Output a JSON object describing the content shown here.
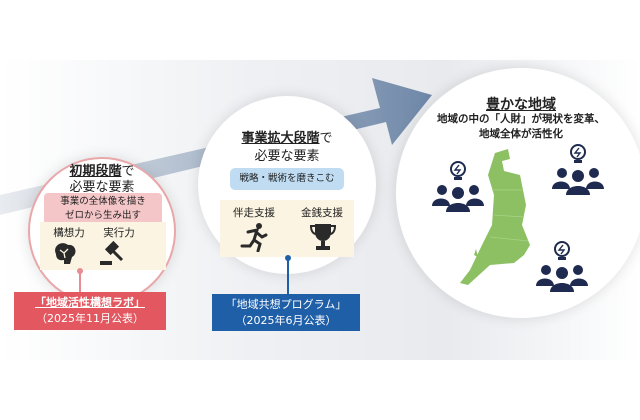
{
  "stage1": {
    "title_underlined": "初期段階",
    "title_suffix": "で",
    "subtitle": "必要な要素",
    "box_line1": "事業の全体像を描き",
    "box_line2": "ゼロから生み出す",
    "items": [
      {
        "label": "構想力",
        "icon": "brain-icon"
      },
      {
        "label": "実行力",
        "icon": "gavel-icon"
      }
    ],
    "tag_name": "「地域活性構想ラボ」",
    "tag_date": "（2025年11月公表）",
    "color": "#e35860"
  },
  "stage2": {
    "title_underlined": "事業拡大段階",
    "title_suffix": "で",
    "subtitle": "必要な要素",
    "box": "戦略・戦術を磨きこむ",
    "items": [
      {
        "label": "伴走支援",
        "icon": "runner-icon"
      },
      {
        "label": "金銭支援",
        "icon": "trophy-icon"
      }
    ],
    "tag_name": "「地域共想プログラム」",
    "tag_date": "（2025年6月公表）",
    "color": "#1f5fa8"
  },
  "goal": {
    "title": "豊かな地域",
    "line1": "地域の中の「人財」が現状を変革、",
    "line2": "地域全体が活性化",
    "map_color": "#8cc063",
    "people_color": "#1e2a4f"
  }
}
